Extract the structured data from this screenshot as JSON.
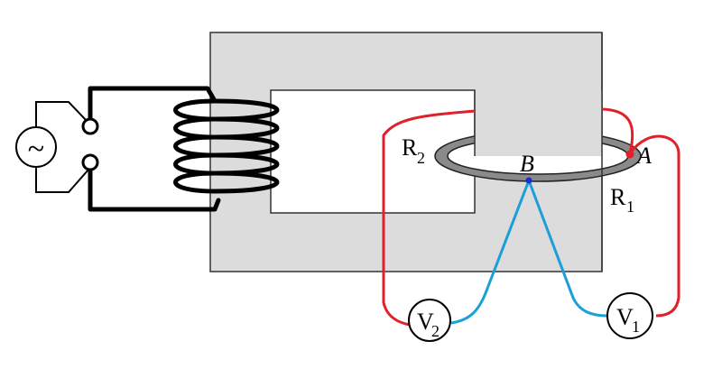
{
  "diagram": {
    "labels": {
      "point_a": "A",
      "point_b": "B",
      "resistor_1": "R",
      "resistor_1_sub": "1",
      "resistor_2": "R",
      "resistor_2_sub": "2",
      "voltmeter_1": "V",
      "voltmeter_1_sub": "1",
      "voltmeter_2": "V",
      "voltmeter_2_sub": "2",
      "ac_source_symbol": "~"
    },
    "colors": {
      "core_fill": "#dcdcdc",
      "core_stroke": "#333333",
      "primary_wire": "#000000",
      "red_wire": "#e0202a",
      "blue_wire": "#1a9fd8",
      "ring": "#888888"
    }
  }
}
